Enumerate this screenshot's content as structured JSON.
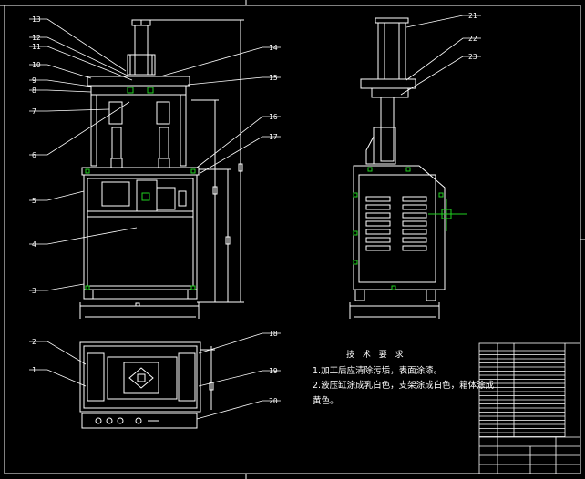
{
  "colors": {
    "background": "#000000",
    "frame": "#ffffff",
    "machine": "#ffffff",
    "leader": "#ffffff",
    "dimension": "#ffffff",
    "accent_green": "#1fd11f",
    "crosshair": "#1fd11f"
  },
  "part_numbers": {
    "p1": "1",
    "p2": "2",
    "p3": "3",
    "p4": "4",
    "p5": "5",
    "p6": "6",
    "p7": "7",
    "p8": "8",
    "p9": "9",
    "p10": "10",
    "p11": "11",
    "p12": "12",
    "p13": "13",
    "p14": "14",
    "p15": "15",
    "p16": "16",
    "p17": "17",
    "p18": "18",
    "p19": "19",
    "p20": "20",
    "p21": "21",
    "p22": "22",
    "p23": "23"
  },
  "technical_notes": {
    "title": "技 术 要 求",
    "item_1": "1.加工后应清除污垢，表面涂漆。",
    "item_2": "2.液压缸涂成乳白色，支架涂成白色，箱体涂成黄色。"
  },
  "views": [
    "front-view",
    "side-view",
    "top-view"
  ]
}
